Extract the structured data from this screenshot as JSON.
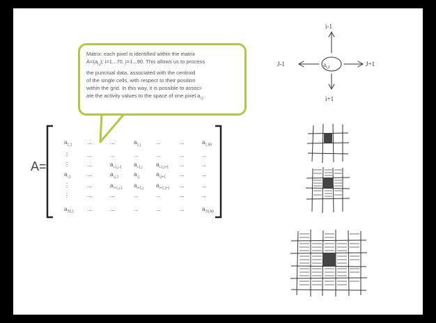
{
  "callout": {
    "line1": "Matrix: each pixel is identified within the matrix",
    "line2_a": "A=(a",
    "line2_sub": "i,j",
    "line2_b": "); i=1...70, j=1...90. This allows us to process",
    "line3": "the punctual data, associated with the centroid",
    "line4": "of the single cells, with respect to their position",
    "line5": "within the grid. In this way, it is possible to associ-",
    "line6_a": "ate the activity values to the space of one pixel a",
    "line6_sub": "i,j",
    "line6_b": "."
  },
  "matrix": {
    "label": "A=",
    "cells": [
      {
        "b": "a",
        "s": "1,1"
      },
      {
        "b": "...",
        "s": ""
      },
      {
        "b": "...",
        "s": ""
      },
      {
        "b": "a",
        "s": "1,j"
      },
      {
        "b": "...",
        "s": ""
      },
      {
        "b": "...",
        "s": ""
      },
      {
        "b": "a",
        "s": "1,90"
      },
      {
        "b": "⋮",
        "s": ""
      },
      {
        "b": "...",
        "s": ""
      },
      {
        "b": "...",
        "s": ""
      },
      {
        "b": "...",
        "s": ""
      },
      {
        "b": "...",
        "s": ""
      },
      {
        "b": "...",
        "s": ""
      },
      {
        "b": "...",
        "s": ""
      },
      {
        "b": "⋮",
        "s": ""
      },
      {
        "b": "...",
        "s": ""
      },
      {
        "b": "a",
        "s": "i-1,j-1"
      },
      {
        "b": "a",
        "s": "i-1,j"
      },
      {
        "b": "a",
        "s": "i-1,j+1"
      },
      {
        "b": "...",
        "s": ""
      },
      {
        "b": "...",
        "s": ""
      },
      {
        "b": "a",
        "s": "i,1"
      },
      {
        "b": "...",
        "s": ""
      },
      {
        "b": "a",
        "s": "i,j-1"
      },
      {
        "b": "a",
        "s": "i,j"
      },
      {
        "b": "a",
        "s": "i,j+1"
      },
      {
        "b": "...",
        "s": ""
      },
      {
        "b": "...",
        "s": ""
      },
      {
        "b": "⋮",
        "s": ""
      },
      {
        "b": "...",
        "s": ""
      },
      {
        "b": "a",
        "s": "i+1,j-1"
      },
      {
        "b": "a",
        "s": "i+1,j"
      },
      {
        "b": "a",
        "s": "i+1,j+1"
      },
      {
        "b": "...",
        "s": ""
      },
      {
        "b": "...",
        "s": ""
      },
      {
        "b": "⋮",
        "s": ""
      },
      {
        "b": "...",
        "s": ""
      },
      {
        "b": "...",
        "s": ""
      },
      {
        "b": "...",
        "s": ""
      },
      {
        "b": "...",
        "s": ""
      },
      {
        "b": "...",
        "s": ""
      },
      {
        "b": "...",
        "s": ""
      },
      {
        "b": "a",
        "s": "70,1"
      },
      {
        "b": "...",
        "s": ""
      },
      {
        "b": "...",
        "s": ""
      },
      {
        "b": "...",
        "s": ""
      },
      {
        "b": "...",
        "s": ""
      },
      {
        "b": "...",
        "s": ""
      },
      {
        "b": "a",
        "s": "70,90"
      }
    ]
  },
  "sketch": {
    "up": "i-1",
    "down": "i+1",
    "left": "J-1",
    "right": "J+1",
    "center": "a",
    "center_sub": "i,J"
  },
  "colors": {
    "accent": "#b5c642",
    "text": "#555555",
    "ink": "#333333"
  }
}
